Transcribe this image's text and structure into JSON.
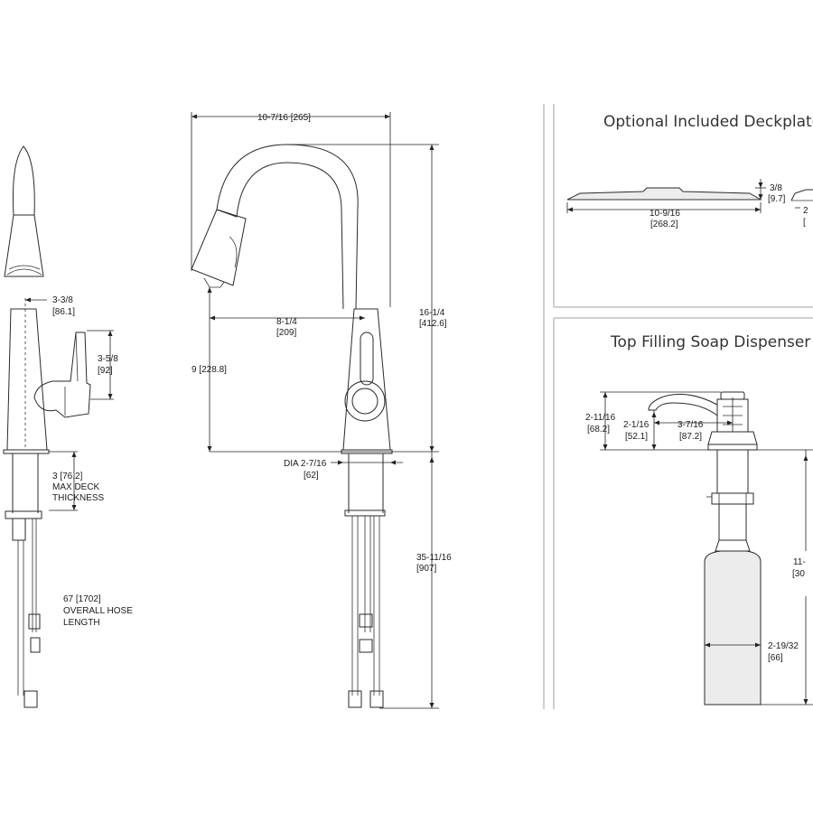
{
  "panels": {
    "deckplate_title": "Optional Included Deckplate",
    "soap_title": "Top Filling Soap Dispenser"
  },
  "side_view": {
    "spray_offset": "3-3/8",
    "spray_offset_mm": "[86.1]",
    "handle_height": "3-5/8",
    "handle_height_mm": "[92]",
    "deck_thickness": "3 [76.2]",
    "deck_label_1": "MAX DECK",
    "deck_label_2": "THICKNESS",
    "hose_length": "67  [1702]",
    "hose_label_1": "OVERALL HOSE",
    "hose_label_2": "LENGTH"
  },
  "front_view": {
    "overall_width": "10-7/16 [265]",
    "reach": "8-1/4",
    "reach_mm": "[209]",
    "spout_height": "9  [228.8]",
    "overall_height": "16-1/4",
    "overall_height_mm": "[412.6]",
    "base_dia": "DIA 2-7/16",
    "base_dia_mm": "[62]",
    "below_deck": "35-11/16",
    "below_deck_mm": "[907]"
  },
  "deckplate": {
    "thickness": "3/8",
    "thickness_mm": "[9.7]",
    "width": "10-9/16",
    "width_mm": "[268.2]",
    "cut_1": "2",
    "cut_2": "["
  },
  "soap": {
    "height": "2-11/16",
    "height_mm": "[68.2]",
    "spout_rise": "2-1/16",
    "spout_rise_mm": "[52.1]",
    "reach": "3-7/16",
    "reach_mm": "[87.2]",
    "bottle_dia": "2-19/32",
    "bottle_dia_mm": "[66]",
    "cut_length": "11-",
    "cut_length_mm": "[30"
  }
}
